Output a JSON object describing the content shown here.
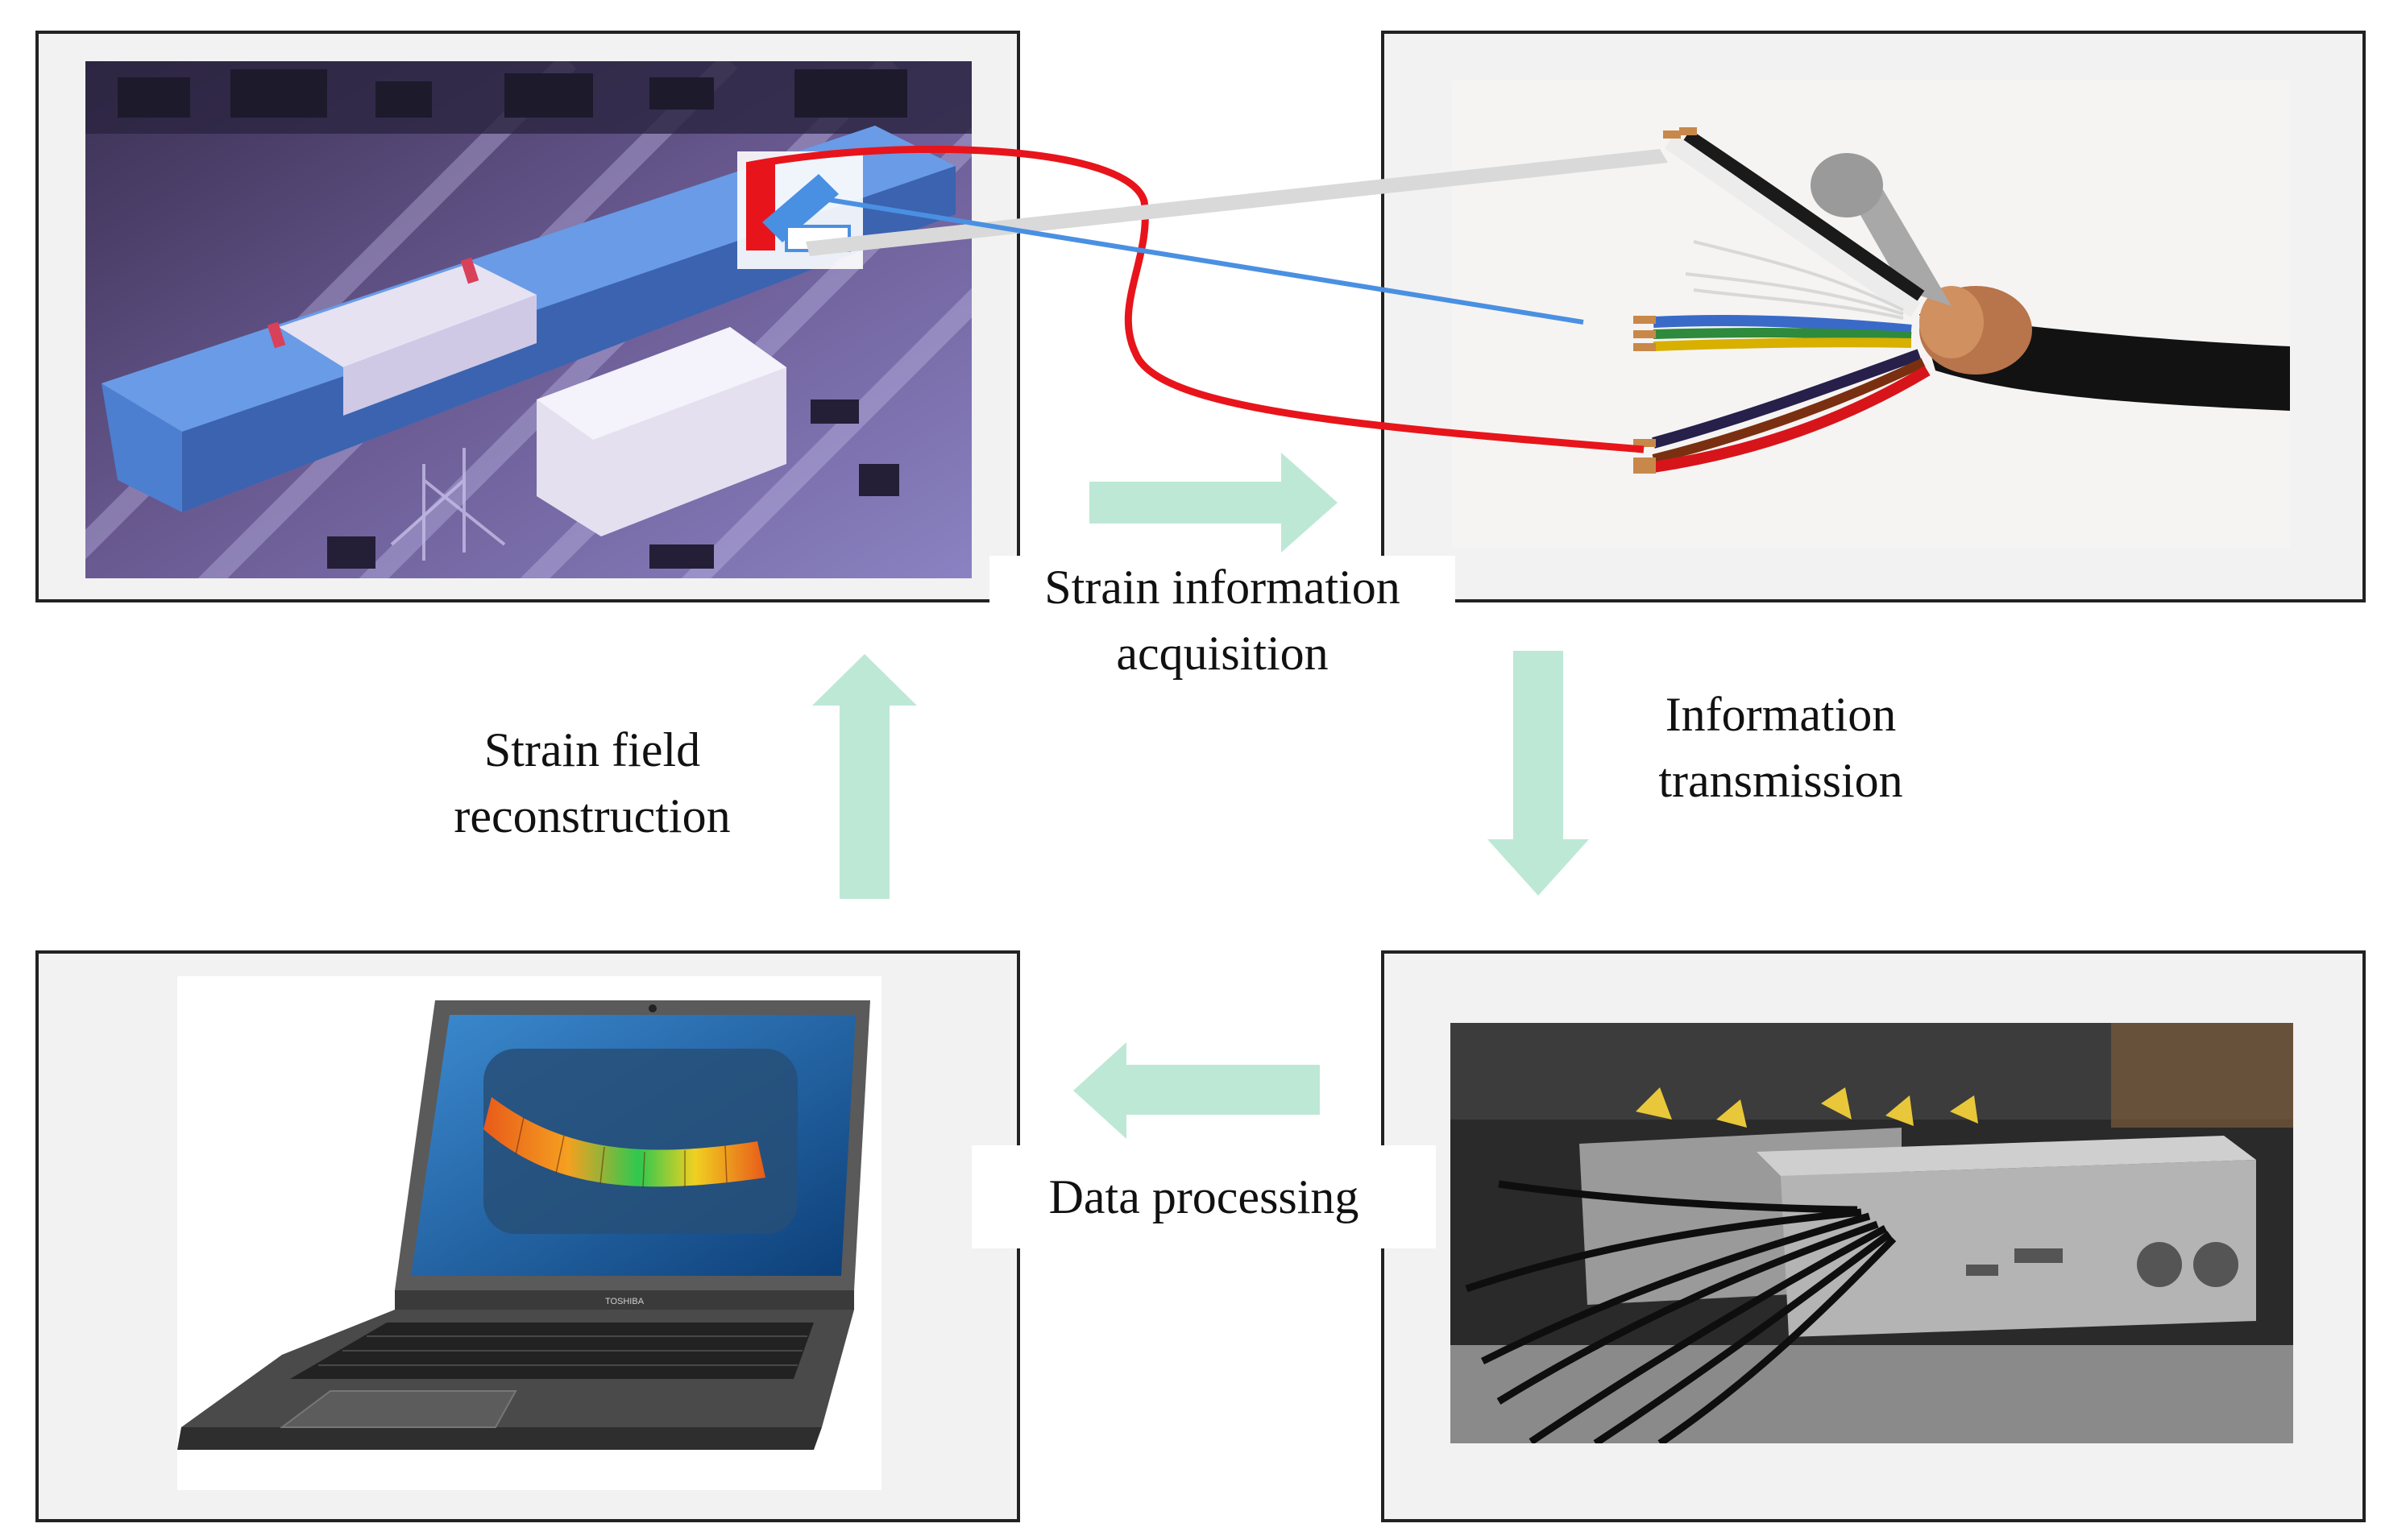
{
  "steps": {
    "acquisition": {
      "line1": "Strain information",
      "line2": "acquisition"
    },
    "transmission": {
      "line1": "Information",
      "line2": "transmission"
    },
    "processing": {
      "line1": "Data processing"
    },
    "reconstruction": {
      "line1": "Strain field",
      "line2": "reconstruction"
    }
  },
  "laptop": {
    "brand": "TOSHIBA"
  },
  "colors": {
    "arrow": "#bde8d6",
    "panel_bg": "#f2f2f2",
    "panel_border": "#222222",
    "callout_red": "#e8141b",
    "callout_blue": "#4a90e2",
    "callout_gray": "#d9d9d9"
  }
}
